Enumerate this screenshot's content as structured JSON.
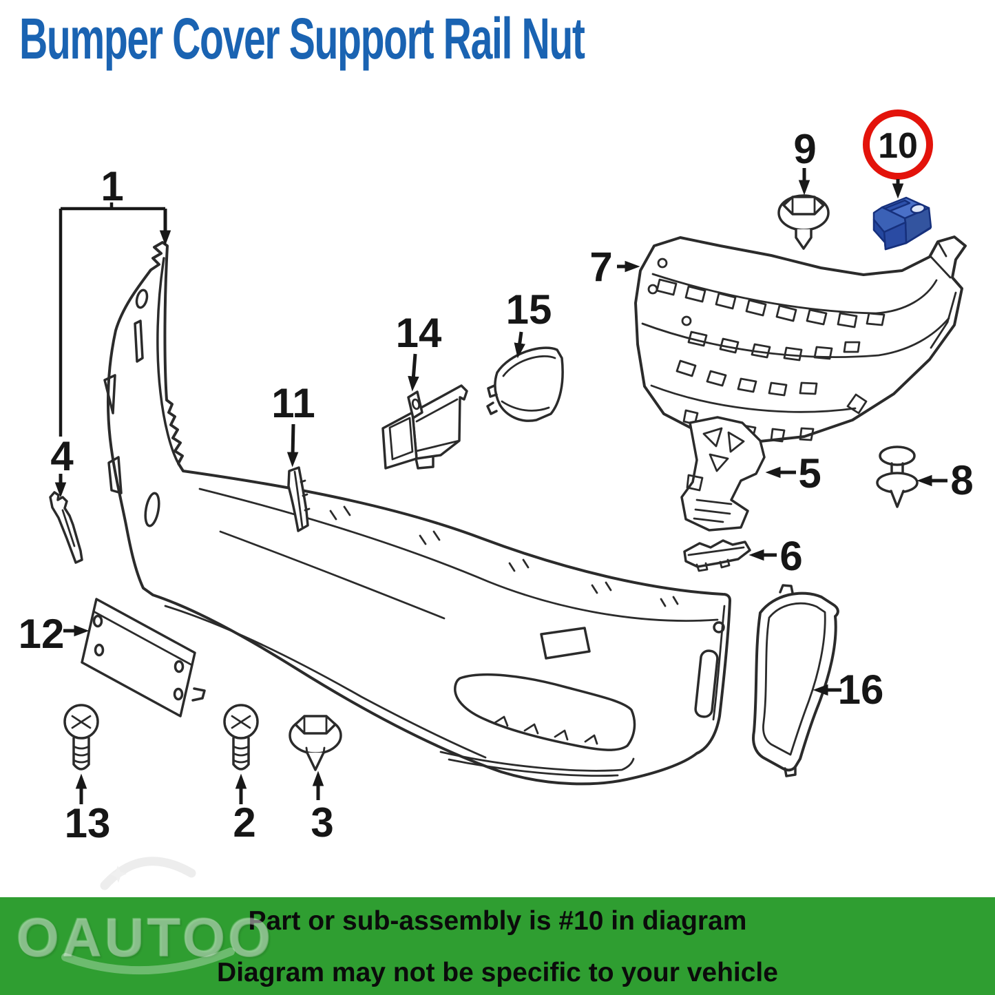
{
  "title": "Bumper Cover Support Rail Nut",
  "watermark": "OAUTOO",
  "banner": {
    "line1": "Part or sub-assembly is #10 in diagram",
    "line2": "Diagram may not be specific to your vehicle"
  },
  "highlighted_part": "10",
  "colors": {
    "title_blue": "#1a63b2",
    "banner_green": "#2f9e31",
    "highlight_circle_red": "#e3130b",
    "highlight_part_blue": "#3b61b6",
    "highlight_part_blue_dark": "#24479f",
    "line_art": "#2b2b2b"
  },
  "callouts": {
    "c1": "1",
    "c2": "2",
    "c3": "3",
    "c4": "4",
    "c5": "5",
    "c6": "6",
    "c7": "7",
    "c8": "8",
    "c9": "9",
    "c10": "10",
    "c11": "11",
    "c12": "12",
    "c13": "13",
    "c14": "14",
    "c15": "15",
    "c16": "16"
  }
}
